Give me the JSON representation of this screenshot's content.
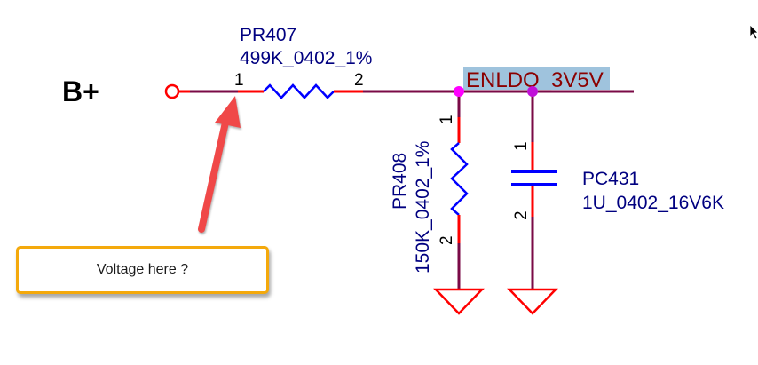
{
  "schematic": {
    "input_net_label": "B+",
    "net_name": "ENLDO_3V5V",
    "components": [
      {
        "ref": "PR407",
        "value": "499K_0402_1%",
        "type": "resistor",
        "pin1": "1",
        "pin2": "2"
      },
      {
        "ref": "PR408",
        "value": "150K_0402_1%",
        "type": "resistor",
        "pin1": "1",
        "pin2": "2"
      },
      {
        "ref": "PC431",
        "value": "1U_0402_16V6K",
        "type": "capacitor",
        "pin1": "1",
        "pin2": "2"
      }
    ]
  },
  "annotation": {
    "callout_text": "Voltage here ?",
    "arrow_color": "#f04848",
    "callout_border_color": "#f4a90c"
  },
  "colors": {
    "wire": "#7a0a46",
    "pin": "#ff0000",
    "symbol": "#0000ff",
    "junction": "#ff00ff",
    "ref_text": "#000080",
    "net_label_text": "#8b0000",
    "net_label_highlight": "#9fc3dd"
  },
  "icons": {
    "cursor": "mouse-pointer-icon"
  }
}
